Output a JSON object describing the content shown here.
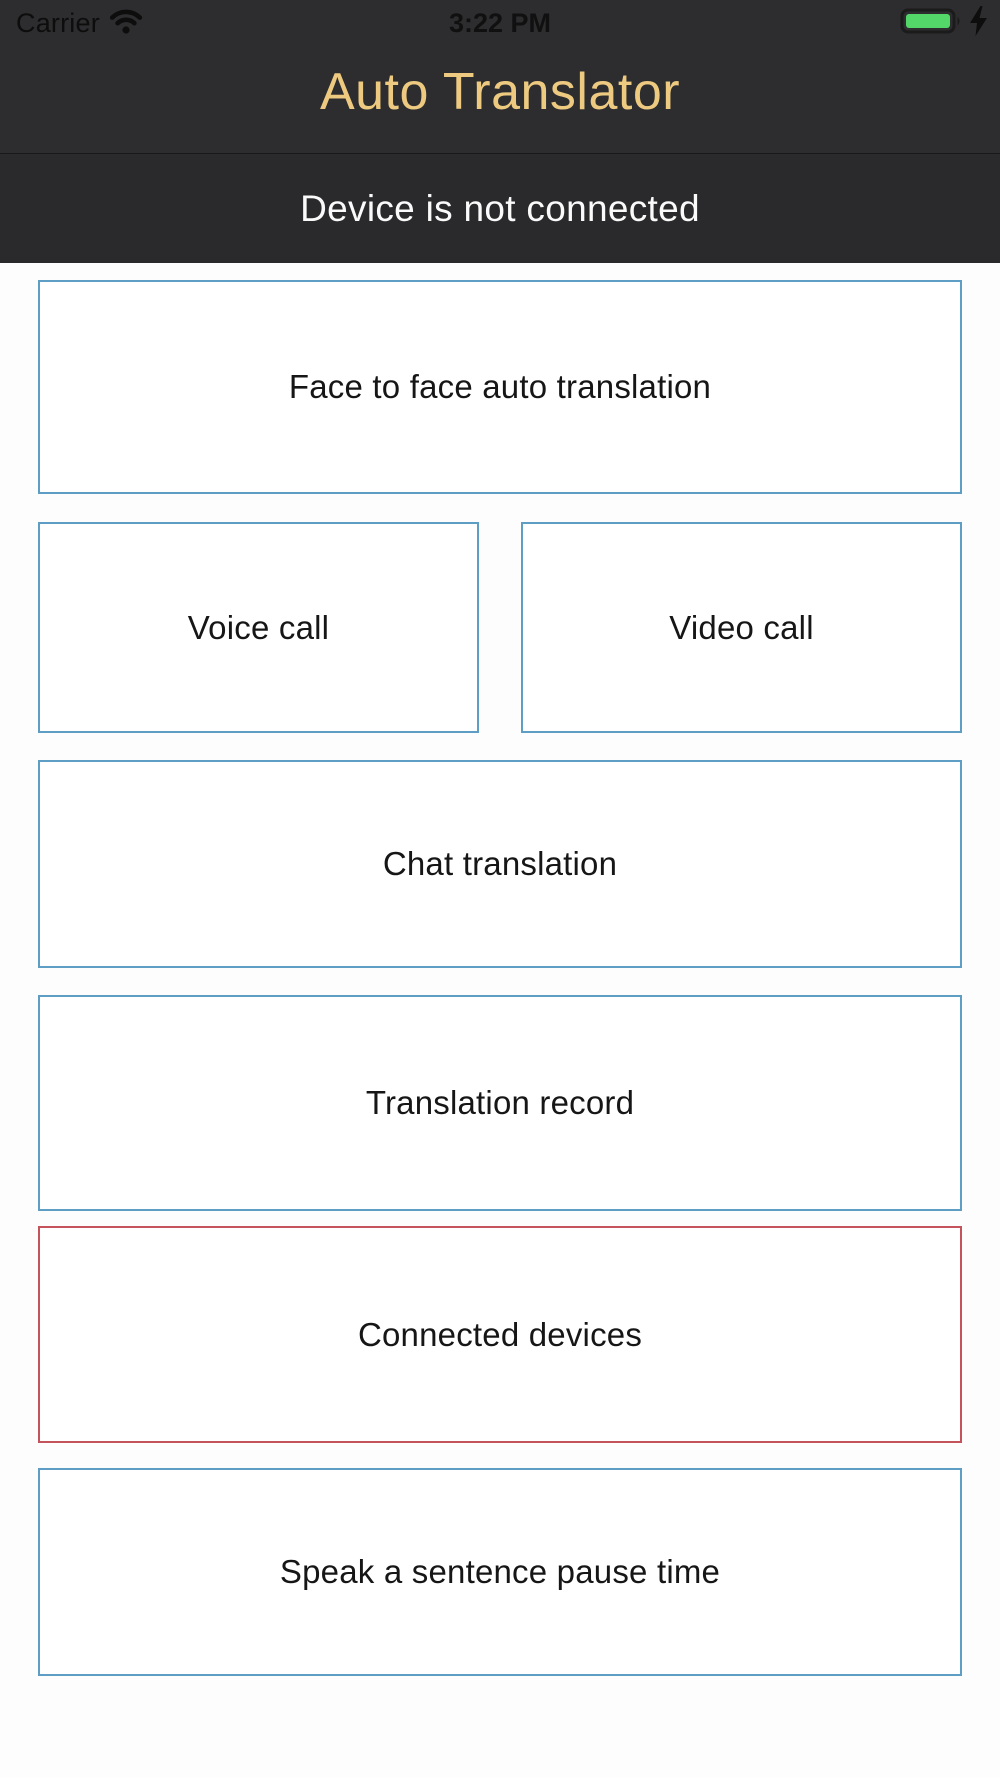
{
  "status_bar": {
    "carrier": "Carrier",
    "time": "3:22 PM"
  },
  "nav": {
    "title": "Auto Translator"
  },
  "banner": {
    "text": "Device is not connected"
  },
  "buttons": [
    {
      "label": "Face to face auto translation",
      "border_color": "#5f9ec4"
    },
    {
      "label": "Voice call",
      "border_color": "#5f9ec4"
    },
    {
      "label": "Video call",
      "border_color": "#5f9ec4"
    },
    {
      "label": "Chat translation",
      "border_color": "#5f9ec4"
    },
    {
      "label": "Translation record",
      "border_color": "#5f9ec4"
    },
    {
      "label": "Connected devices",
      "border_color": "#c5535b"
    },
    {
      "label": "Speak a sentence pause time",
      "border_color": "#5f9ec4"
    }
  ],
  "icons": {
    "wifi": "wifi-icon",
    "battery": "battery-charging-icon",
    "bolt": "lightning-bolt-icon"
  },
  "colors": {
    "header_bg": "#2d2d2f",
    "banner_bg": "#2a2a2c",
    "title_gold": "#eeca80",
    "accent_blue": "#5f9ec4",
    "alert_red": "#c5535b",
    "battery_green": "#53d769",
    "statusbar_content": "#0d0d0d",
    "page_bg": "#fdfdfe"
  }
}
